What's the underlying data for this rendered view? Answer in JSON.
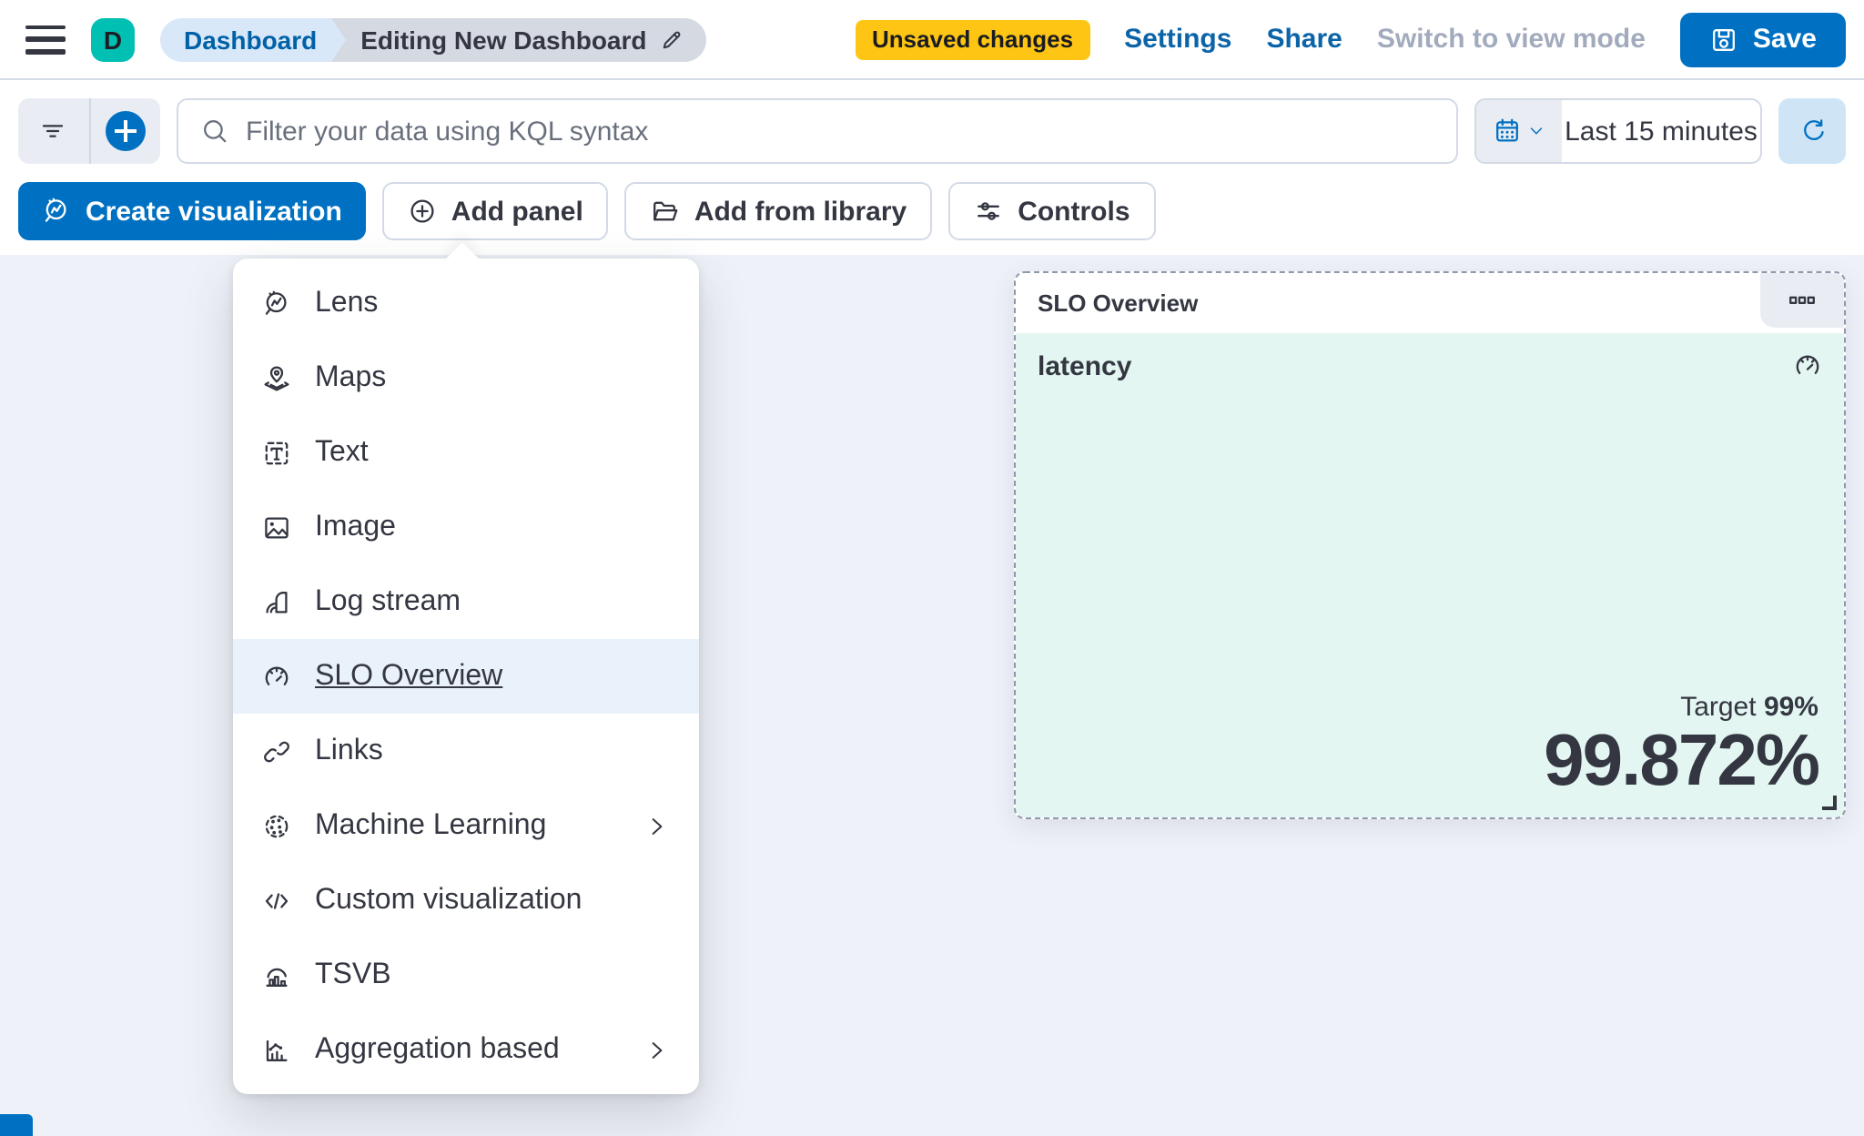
{
  "header": {
    "avatar_letter": "D",
    "breadcrumbs": [
      {
        "label": "Dashboard"
      },
      {
        "label": "Editing New Dashboard"
      }
    ],
    "unsaved_badge": "Unsaved changes",
    "links": {
      "settings": "Settings",
      "share": "Share"
    },
    "view_mode_label": "Switch to view mode",
    "save_label": "Save"
  },
  "toolbar": {
    "search_placeholder": "Filter your data using KQL syntax",
    "time_range": "Last 15 minutes"
  },
  "actions": {
    "create_visualization": "Create visualization",
    "add_panel": "Add panel",
    "add_from_library": "Add from library",
    "controls": "Controls"
  },
  "menu": {
    "items": [
      {
        "label": "Lens",
        "icon": "lens-icon"
      },
      {
        "label": "Maps",
        "icon": "maps-icon"
      },
      {
        "label": "Text",
        "icon": "text-icon"
      },
      {
        "label": "Image",
        "icon": "image-icon"
      },
      {
        "label": "Log stream",
        "icon": "log-stream-icon"
      },
      {
        "label": "SLO Overview",
        "icon": "slo-overview-icon",
        "selected": true
      },
      {
        "label": "Links",
        "icon": "links-icon"
      },
      {
        "label": "Machine Learning",
        "icon": "machine-learning-icon",
        "has_submenu": true
      },
      {
        "label": "Custom visualization",
        "icon": "custom-visualization-icon"
      },
      {
        "label": "TSVB",
        "icon": "tsvb-icon"
      },
      {
        "label": "Aggregation based",
        "icon": "aggregation-based-icon",
        "has_submenu": true
      }
    ]
  },
  "panel": {
    "title": "SLO Overview",
    "metric_title": "latency",
    "target_label": "Target",
    "target_value": "99%",
    "value": "99.872%"
  },
  "colors": {
    "primary_blue": "#0071c2",
    "link_blue": "#0b64a8",
    "badge_yellow": "#fec514",
    "avatar_teal": "#00bfb3",
    "panel_mint": "#e3f6f2",
    "canvas_bg": "#eef1f8",
    "text_dark": "#343741"
  }
}
